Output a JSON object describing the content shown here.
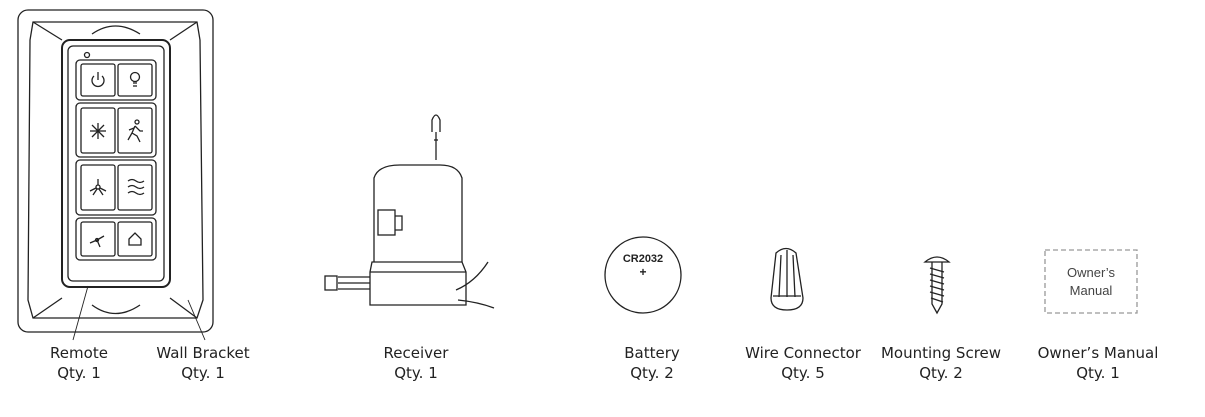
{
  "parts": [
    {
      "id": "remote",
      "name": "Remote",
      "qty": "Qty. 1"
    },
    {
      "id": "wall-bracket",
      "name": "Wall Bracket",
      "qty": "Qty. 1"
    },
    {
      "id": "receiver",
      "name": "Receiver",
      "qty": "Qty. 1"
    },
    {
      "id": "battery",
      "name": "Battery",
      "qty": "Qty. 2",
      "marking": "CR2032",
      "polarity": "+"
    },
    {
      "id": "wire-connector",
      "name": "Wire Connector",
      "qty": "Qty. 5"
    },
    {
      "id": "mounting-screw",
      "name": "Mounting Screw",
      "qty": "Qty. 2"
    },
    {
      "id": "owners-manual",
      "name": "Owner’s Manual",
      "qty": "Qty. 1",
      "cover_text_1": "Owner’s",
      "cover_text_2": "Manual"
    }
  ],
  "remote_buttons": [
    "power-icon",
    "light-bulb-icon",
    "sparkle-icon",
    "walking-person-icon",
    "fan-star-icon",
    "wave-icon",
    "fan-blade-icon",
    "home-icon"
  ]
}
